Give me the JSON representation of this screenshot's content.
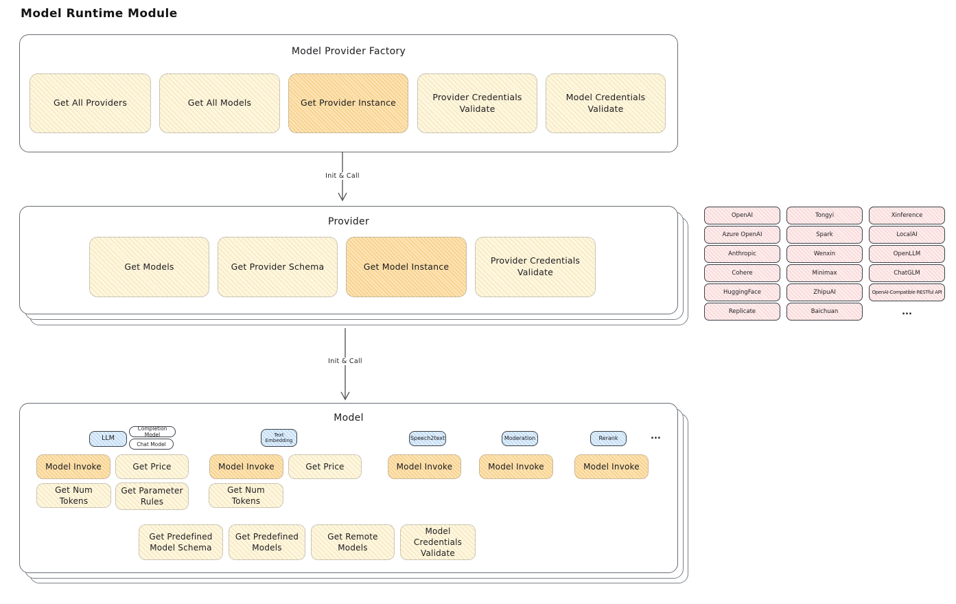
{
  "page": {
    "title": "Model Runtime Module"
  },
  "factory": {
    "title": "Model Provider Factory",
    "buttons": [
      {
        "label": "Get All Providers"
      },
      {
        "label": "Get All Models"
      },
      {
        "label": "Get Provider Instance"
      },
      {
        "label": "Provider Credentials Validate"
      },
      {
        "label": "Model Credentials Validate"
      }
    ]
  },
  "arrows": {
    "init_call_1": "Init & Call",
    "init_call_2": "Init & Call"
  },
  "provider": {
    "title": "Provider",
    "buttons": [
      {
        "label": "Get Models"
      },
      {
        "label": "Get Provider Schema"
      },
      {
        "label": "Get Model Instance"
      },
      {
        "label": "Provider Credentials Validate"
      }
    ]
  },
  "provider_list": {
    "cells": [
      "OpenAI",
      "Tongyi",
      "Xinference",
      "Azure OpenAI",
      "Spark",
      "LocalAI",
      "Anthropic",
      "Wenxin",
      "OpenLLM",
      "Cohere",
      "Minimax",
      "ChatGLM",
      "HuggingFace",
      "ZhipuAI",
      "OpenAI-Compatible RESTful API",
      "Replicate",
      "Baichuan",
      "..."
    ]
  },
  "model": {
    "title": "Model",
    "tabs": {
      "llm": "LLM",
      "completion_model": "Completion Model",
      "chat_model": "Chat Model",
      "text_embedding": "Text Embedding",
      "speech2text": "Speech2text",
      "moderation": "Moderation",
      "rerank": "Rerank",
      "more": "..."
    },
    "buttons": {
      "llm_model_invoke": "Model Invoke",
      "llm_get_price": "Get Price",
      "llm_get_num_tokens": "Get Num Tokens",
      "llm_get_parameter_rules": "Get Parameter Rules",
      "te_model_invoke": "Model Invoke",
      "te_get_price": "Get Price",
      "te_get_num_tokens": "Get Num Tokens",
      "s2t_model_invoke": "Model Invoke",
      "mod_model_invoke": "Model Invoke",
      "rerank_model_invoke": "Model Invoke",
      "get_predefined_model_schema": "Get Predefined Model Schema",
      "get_predefined_models": "Get Predefined Models",
      "get_remote_models": "Get Remote Models",
      "model_credentials_validate": "Model Credentials Validate"
    }
  }
}
